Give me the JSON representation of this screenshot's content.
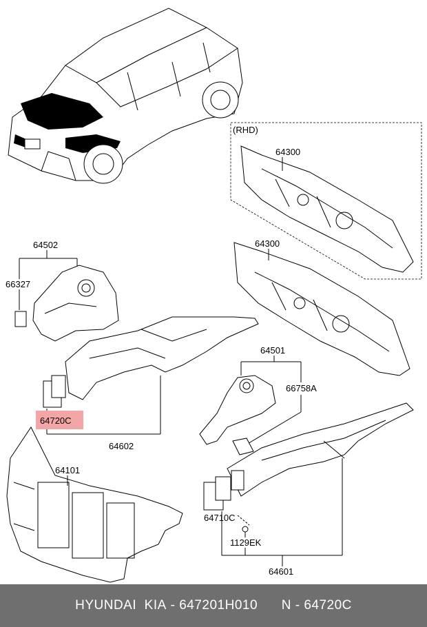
{
  "labels": {
    "rhd": "(RHD)",
    "p64300_rhd": "64300",
    "p64300": "64300",
    "p64502": "64502",
    "p66327": "66327",
    "p64501": "64501",
    "p66758a": "66758A",
    "p64720c": "64720C",
    "p64602": "64602",
    "p64101": "64101",
    "p64710c": "64710C",
    "p1129ek": "1129EK",
    "p64601": "64601"
  },
  "footer": {
    "brand": "HYUNDAI  KIA",
    "part_number": "647201H010",
    "ref": "N - 64720C"
  },
  "colors": {
    "highlight": "#f4a6a6",
    "footer_bg": "#6f6f6f"
  }
}
